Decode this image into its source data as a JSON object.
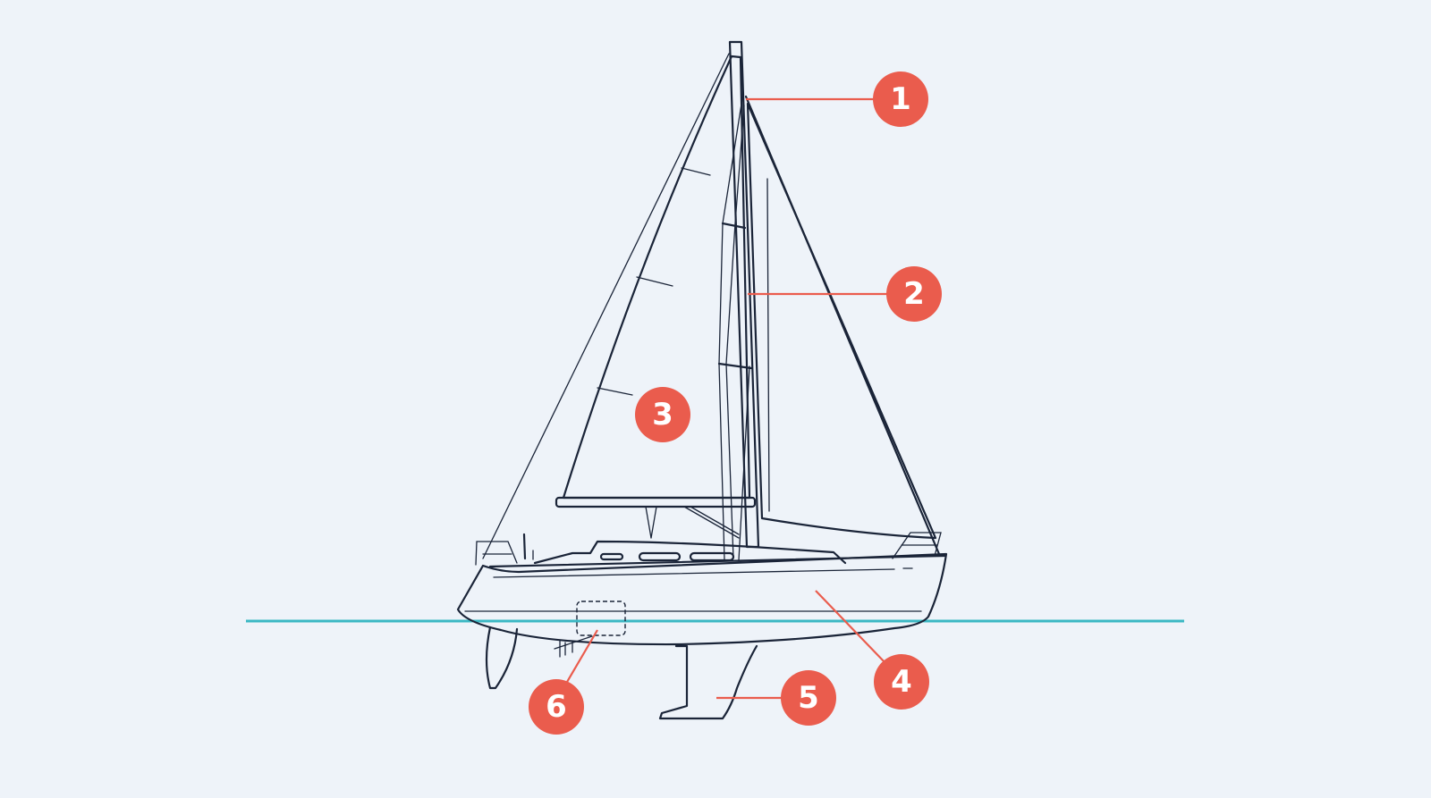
{
  "colors": {
    "background": "#eef3f9",
    "line": "#1a2438",
    "callout": "#ea5c4d",
    "waterline": "#3bb8c4"
  },
  "callouts": [
    {
      "label": "1",
      "part": "masthead"
    },
    {
      "label": "2",
      "part": "mast"
    },
    {
      "label": "3",
      "part": "mainsail"
    },
    {
      "label": "4",
      "part": "hull"
    },
    {
      "label": "5",
      "part": "keel"
    },
    {
      "label": "6",
      "part": "engine"
    }
  ]
}
